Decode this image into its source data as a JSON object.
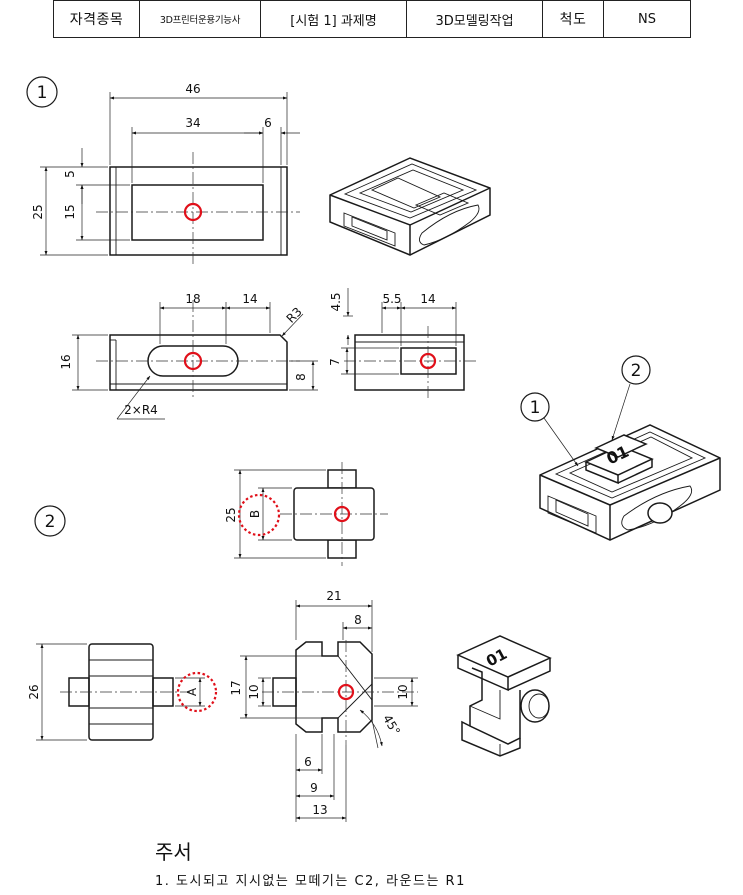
{
  "title_block": {
    "cells": [
      "자격종목",
      "3D프린터운용기능사",
      "[시험 1] 과제명",
      "3D모델링작업",
      "척도",
      "NS"
    ]
  },
  "part_numbers": [
    "1",
    "2"
  ],
  "dimensions": {
    "top_view": [
      "46",
      "34",
      "6",
      "25",
      "5",
      "15"
    ],
    "front_view": [
      "18",
      "14",
      "R3",
      "16",
      "8",
      "2×R4"
    ],
    "side_view": [
      "4.5",
      "5.5",
      "14",
      "7"
    ],
    "part2_top": [
      "25",
      "B"
    ],
    "part2_front": [
      "26",
      "A",
      "17",
      "10",
      "10",
      "21",
      "8",
      "45°",
      "6",
      "9",
      "13"
    ]
  },
  "engraving": "01",
  "assembly_callouts": [
    "1",
    "2"
  ],
  "notes": {
    "title": "주서",
    "lines": [
      "1. 도시되고 지시없는 모떼기는 C2, 라운드는 R1"
    ]
  },
  "colors": {
    "highlight": "#e0101a",
    "line": "#1a1a1a",
    "fill": "#ffffff"
  }
}
